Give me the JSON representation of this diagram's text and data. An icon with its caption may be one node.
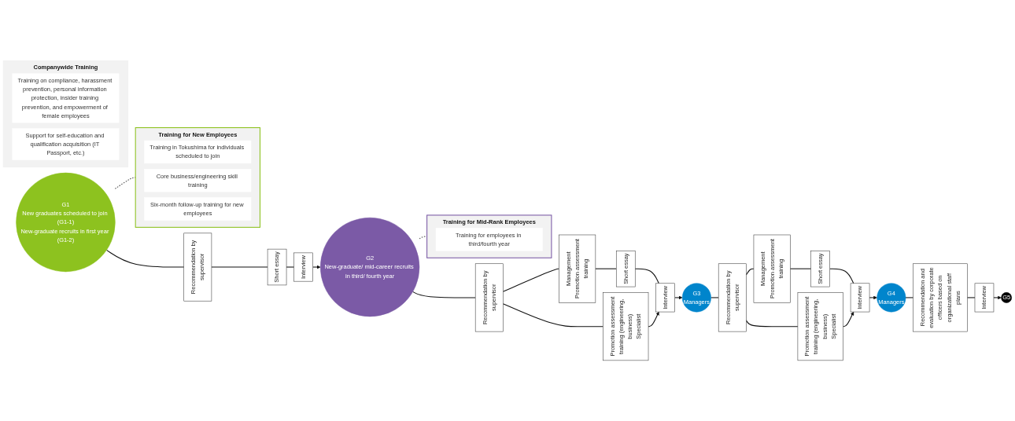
{
  "diagram": {
    "nodes": [
      {
        "text": [
          "G1",
          "New graduates scheduled to join (G1-1)",
          "New-graduate recruits in first year (G1-2)"
        ]
      },
      {
        "text": [
          "Recommendation by supervisor"
        ]
      },
      {
        "text": [
          "Short essay"
        ]
      },
      {
        "text": [
          "Interview"
        ]
      },
      {
        "text": [
          "G2",
          "New-graduate/ mid-career recruits in third/ fourth year"
        ]
      },
      {
        "text": [
          "Recommendation by supervisor"
        ]
      },
      {
        "text": [
          "Management",
          "Promotion assessment training"
        ]
      },
      {
        "text": [
          "Short essay"
        ]
      },
      {
        "text": [
          "Promotion assessment training (engineering, business)",
          "Specialist"
        ]
      },
      {
        "text": [
          "Interview"
        ]
      },
      {
        "text": [
          "G3",
          "Managers"
        ]
      },
      {
        "text": [
          "Recommendation by supervisor"
        ]
      },
      {
        "text": [
          "Management",
          "Promotion assessment training"
        ]
      },
      {
        "text": [
          "Short essay"
        ]
      },
      {
        "text": [
          "Promotion assessment training (engineering, business)",
          "Specialist"
        ]
      },
      {
        "text": [
          "Interview"
        ]
      },
      {
        "text": [
          "G4",
          "Managers"
        ]
      },
      {
        "text": [
          "Recommendation and evaluation by corporate officers based on organizational staff plans"
        ]
      },
      {
        "text": [
          "Interview"
        ]
      },
      {
        "text": [
          "G5"
        ]
      },
      {
        "text": [
          "Training for New Employees"
        ]
      },
      {
        "text": [
          "Training in Tokushima for individuals scheduled to join"
        ],
        "in": 20
      },
      {
        "text": [
          "Core business/engineering skill training"
        ],
        "in": 20
      },
      {
        "text": [
          "Six-month follow-up training for new employees"
        ],
        "in": 20
      },
      {
        "text": [
          "Training for Mid-Rank Employees"
        ]
      },
      {
        "text": [
          "Training for employees in third/fourth year"
        ],
        "in": 24
      },
      {
        "text": [
          "Companywide Training"
        ]
      },
      {
        "text": [
          "Training on compliance, harassment prevention, personal information protection, insider training prevention, and empowerment of female employees"
        ],
        "in": 26
      },
      {
        "text": [
          "Support for self-education and qualification acquisition (IT Passport, etc.)"
        ],
        "in": 26
      }
    ],
    "edges": [
      {
        "from": 0,
        "to": 1,
        "arrow": "none"
      },
      {
        "from": 1,
        "to": 2,
        "arrow": "none"
      },
      {
        "from": 2,
        "to": 3,
        "arrow": "none"
      },
      {
        "from": 3,
        "to": 4,
        "arrow": "to"
      },
      {
        "from": 4,
        "to": 5,
        "arrow": "none"
      },
      {
        "from": 5,
        "to": 6,
        "arrow": "none"
      },
      {
        "from": 6,
        "to": 7,
        "arrow": "none"
      },
      {
        "from": 7,
        "to": 9,
        "arrow": "none"
      },
      {
        "from": 5,
        "to": 8,
        "arrow": "none"
      },
      {
        "from": 8,
        "to": 9,
        "arrow": "to"
      },
      {
        "from": 9,
        "to": 10,
        "arrow": "to"
      },
      {
        "from": 10,
        "to": 11,
        "arrow": "none"
      },
      {
        "from": 11,
        "to": 12,
        "arrow": "none"
      },
      {
        "from": 12,
        "to": 13,
        "arrow": "none"
      },
      {
        "from": 13,
        "to": 15,
        "arrow": "none"
      },
      {
        "from": 11,
        "to": 14,
        "arrow": "none"
      },
      {
        "from": 14,
        "to": 15,
        "arrow": "to"
      },
      {
        "from": 15,
        "to": 16,
        "arrow": "to"
      },
      {
        "from": 16,
        "to": 17,
        "arrow": "none"
      },
      {
        "from": 17,
        "to": 18,
        "arrow": "none"
      },
      {
        "from": 18,
        "to": 19,
        "arrow": "to"
      },
      {
        "from": 0,
        "to": 20,
        "arrow": "none",
        "style": "dashed"
      },
      {
        "from": 4,
        "to": 24,
        "arrow": "none",
        "style": "dashed"
      }
    ]
  }
}
